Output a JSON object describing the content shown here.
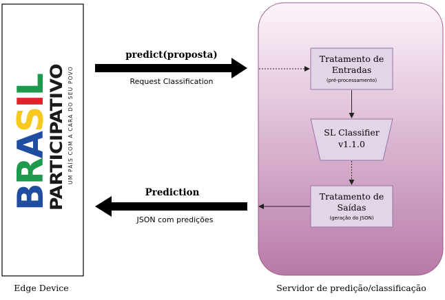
{
  "edge_device": {
    "label": "Edge Device",
    "logo": {
      "word_brasil": "BRASIL",
      "word_participativo": "PARTICIPATIVO",
      "tagline": "UM PAÍS COM A CARA DO SEU POVO"
    }
  },
  "server": {
    "label": "Servidor de predição/classificação",
    "gradient": {
      "top": "#fdf4fb",
      "bottom": "#b87aa8"
    },
    "border_color": "#9e5a8e",
    "box_input": {
      "line1": "Tratamento de",
      "line2": "Entradas",
      "sub": "(pré-processamento)"
    },
    "classifier": {
      "line1": "SL Classifier",
      "line2": "v1.1.0"
    },
    "box_output": {
      "line1": "Tratamento de",
      "line2": "Saídas",
      "sub": "(geração do JSON)"
    },
    "box_fill": "#e1d5e7",
    "box_border": "#9673a6"
  },
  "request_arrow": {
    "title": "predict(proposta)",
    "subtitle": "Request Classification"
  },
  "response_arrow": {
    "title": "Prediction",
    "subtitle": "JSON com predições"
  },
  "colors": {
    "logo_blue": "#1f4ea1",
    "logo_green": "#1e9a4c",
    "logo_yellow": "#f7c81e",
    "logo_red": "#e0242a"
  }
}
